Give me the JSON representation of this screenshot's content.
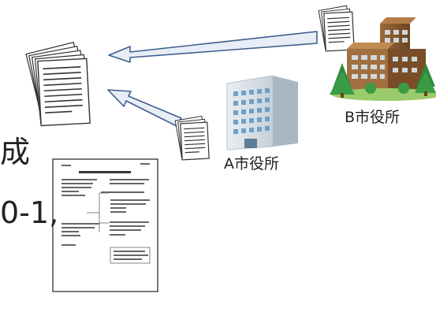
{
  "labels": {
    "b_city_office": "B市役所",
    "a_city_office": "A市役所"
  },
  "fragments": {
    "top": "成",
    "middle": "0-1,"
  }
}
